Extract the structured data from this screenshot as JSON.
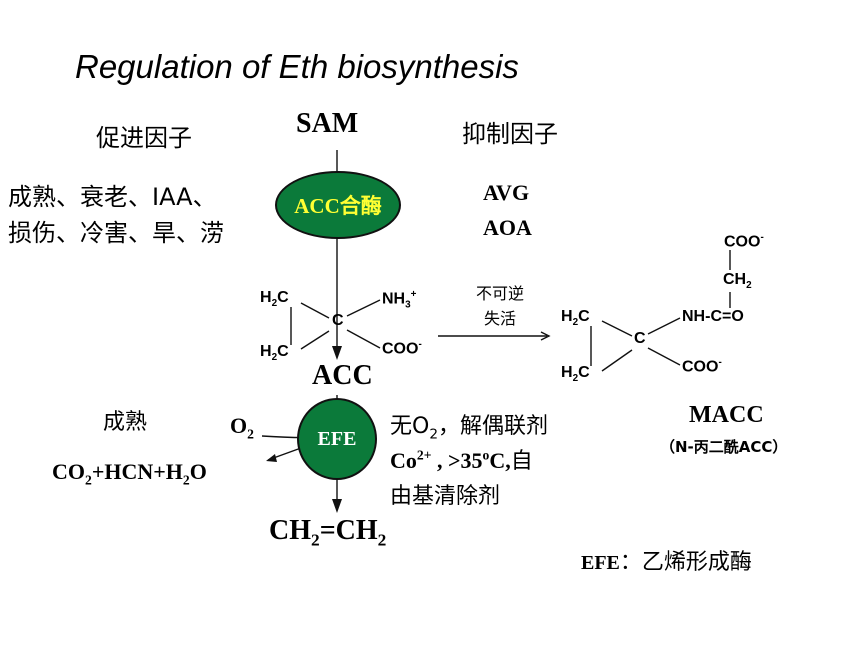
{
  "title": "Regulation of Eth biosynthesis",
  "left": {
    "promoters_heading": "促进因子",
    "promoters_line1": "成熟、衰老、IAA、",
    "promoters_line2": "损伤、冷害、旱、涝"
  },
  "right": {
    "inhibitors_heading": "抑制因子",
    "inhibitor_1": "AVG",
    "inhibitor_2": "AOA"
  },
  "pathway": {
    "sam": "SAM",
    "enzyme1": "ACC合酶",
    "acc_label": "ACC",
    "enzyme2": "EFE",
    "ethylene": "CH2=CH2"
  },
  "acc_structure": {
    "h2c_top": "H2C",
    "h2c_bottom": "H2C",
    "center_c": "C",
    "nh3": "NH3+",
    "coo": "COO-"
  },
  "irreversible": {
    "line1": "不可逆",
    "line2": "失活"
  },
  "macc_structure": {
    "coo_top": "COO-",
    "ch2": "CH2",
    "nh_co": "NH-C=O",
    "h2c_top": "H2C",
    "h2c_bottom": "H2C",
    "center_c": "C",
    "coo": "COO-",
    "name": "MACC",
    "full_name": "（N-丙二酰ACC）"
  },
  "efe_step": {
    "ripening": "成熟",
    "o2": "O2",
    "products": "CO2+HCN+H2O",
    "inhib_line1": "无O2，解偶联剂",
    "inhib_line2": "Co2+ , >35oC,自",
    "inhib_line3": "由基清除剂"
  },
  "footnote": "EFE：乙烯形成酶",
  "colors": {
    "enzyme_fill": "#0b7a3a",
    "enzyme1_text": "#ffff33",
    "enzyme2_text": "#ffffff"
  }
}
